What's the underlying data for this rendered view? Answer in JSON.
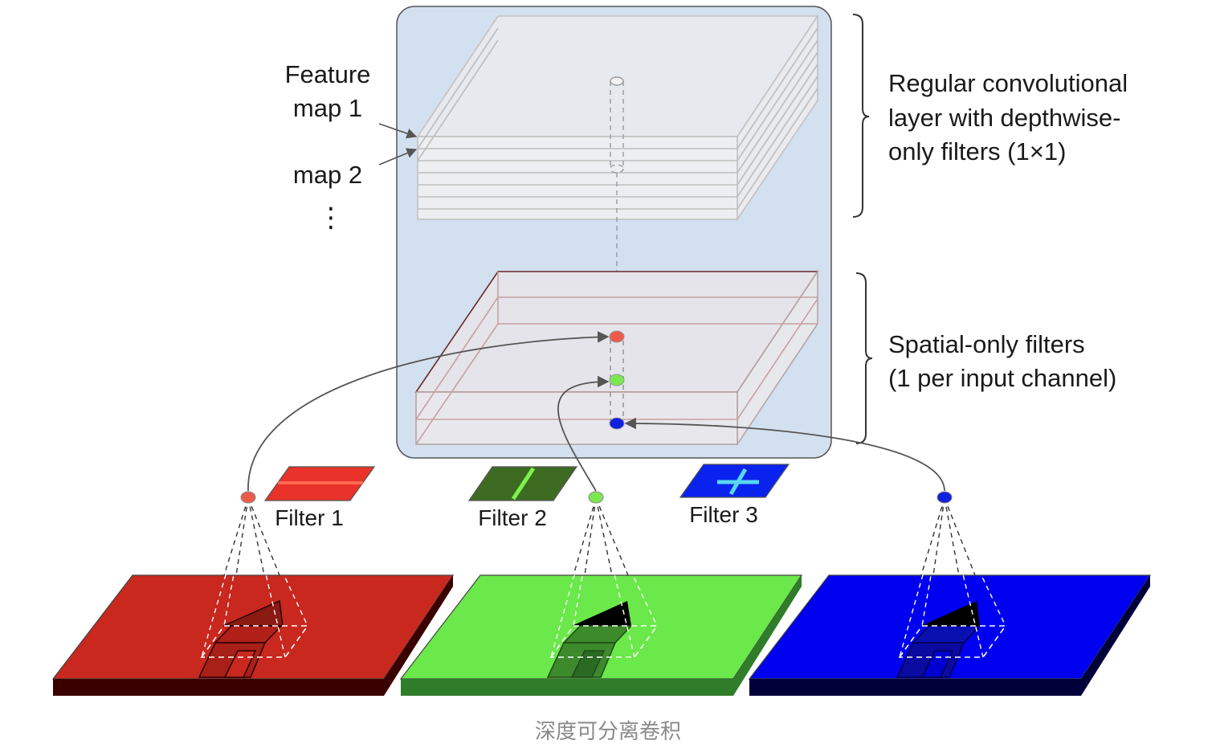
{
  "labels": {
    "feature_line1": "Feature",
    "feature_line2": "map 1",
    "map2": "map 2",
    "ellipsis": "⋮",
    "regular_line1": "Regular convolutional",
    "regular_line2": "layer with depthwise-",
    "regular_line3": "only filters (1×1)",
    "spatial_line1": "Spatial-only filters",
    "spatial_line2": "(1 per input channel)",
    "filter1": "Filter 1",
    "filter2": "Filter 2",
    "filter3": "Filter 3"
  },
  "caption": "深度可分离卷积",
  "colors": {
    "panel_fill": "#d3e0ef",
    "panel_stroke": "#555555",
    "red_channel": "#c8281e",
    "red_channel_edge": "#3a0000",
    "green_channel": "#6be84a",
    "green_channel_edge": "#2f7d2a",
    "blue_channel": "#0000f0",
    "blue_channel_edge": "#00003a",
    "filter1": "#e8322a",
    "filter2": "#3d6b22",
    "filter3": "#0a22ee",
    "filter2_line": "#7ff24a",
    "filter3_cross": "#58d8f0",
    "dot_red": "#ee5a4a",
    "dot_green": "#7be84f",
    "dot_blue": "#1020e0"
  }
}
